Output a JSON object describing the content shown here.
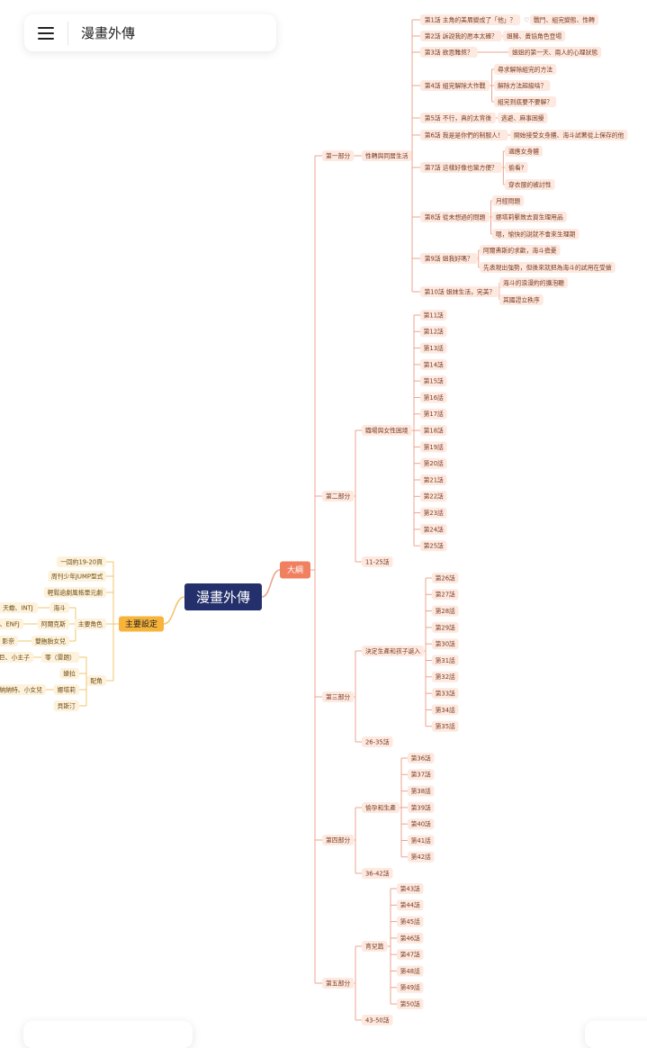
{
  "header": {
    "document_title": "漫畫外傳",
    "menu_icon": "hamburger-menu-icon"
  },
  "colors": {
    "root_fill": "#24306b",
    "root_text": "#ffffff",
    "outline_fill": "#f08060",
    "outline_line": "#eda48d",
    "outline_leaf_fill": "#fde9e0",
    "outline_leaf_text": "#7a3b22",
    "settings_fill": "#f7b33a",
    "settings_line": "#f1c56d",
    "settings_leaf_fill": "#fdf2dc",
    "settings_leaf_text": "#6f4b12"
  },
  "mindmap": {
    "root": {
      "label": "漫畫外傳"
    },
    "outline": {
      "label": "大綱",
      "parts": [
        {
          "label": "第一部分",
          "groups": [
            {
              "label": "性轉與同居生活",
              "episodes": [
                {
                  "label": "第1話 主角的美眉變成了「他」？",
                  "extra": "♡",
                  "subs": [
                    "戰鬥、組完變態、性轉"
                  ]
                },
                {
                  "label": "第2話 訴說我的愿本太確？",
                  "subs": [
                    "姐豬、黃協角色登場"
                  ]
                },
                {
                  "label": "第3話 欲恩難熬？",
                  "subs": [
                    "姐姐的第一天、兩人的心理狀態"
                  ]
                },
                {
                  "label": "第4話 組完解除大作戰",
                  "subs": [
                    "尋求解除組完的方法",
                    "解除方法超級啥？",
                    "組完到底要不要解？"
                  ]
                },
                {
                  "label": "第5話 不行，真的太背後",
                  "subs": [
                    "逃避、麻事困擾"
                  ]
                },
                {
                  "label": "第6話 我是是你們的制服人！",
                  "subs": [
                    "開始接受女身體、海斗試著從上保存的他"
                  ]
                },
                {
                  "label": "第7話 這樣好像也蠻方便？",
                  "subs": [
                    "適應女身體",
                    "偷看?",
                    "穿衣服的被討性"
                  ]
                },
                {
                  "label": "第8話 從未想過的問題",
                  "subs": [
                    "月經問題",
                    "娜塔莉擊敗去買生理用品",
                    "嗯，愉快的說就不會來生理期"
                  ]
                },
                {
                  "label": "第9話 姐我好嗎？",
                  "subs": [
                    "阿爾弗斯的求歡，海斗擔憂",
                    "先表現出強勢，但後來就把為海斗的試用在受搶"
                  ]
                },
                {
                  "label": "第10話 姐妹生活，完美？",
                  "subs": [
                    "海斗的浪漫約的擴泡聽",
                    "其國證立秩序"
                  ]
                }
              ]
            }
          ]
        },
        {
          "label": "第二部分",
          "groups": [
            {
              "label": "職場與女性困境",
              "episodes": [
                {
                  "label": "第11話"
                },
                {
                  "label": "第12話"
                },
                {
                  "label": "第13話"
                },
                {
                  "label": "第14話"
                },
                {
                  "label": "第15話"
                },
                {
                  "label": "第16話"
                },
                {
                  "label": "第17話"
                },
                {
                  "label": "第18話"
                },
                {
                  "label": "第19話"
                },
                {
                  "label": "第20話"
                },
                {
                  "label": "第21話"
                },
                {
                  "label": "第22話"
                },
                {
                  "label": "第23話"
                },
                {
                  "label": "第24話"
                },
                {
                  "label": "第25話"
                }
              ]
            },
            {
              "label": "11-25話",
              "episodes": []
            }
          ]
        },
        {
          "label": "第三部分",
          "groups": [
            {
              "label": "決定生產和孩子誕入",
              "episodes": [
                {
                  "label": "第26話"
                },
                {
                  "label": "第27話"
                },
                {
                  "label": "第28話"
                },
                {
                  "label": "第29話"
                },
                {
                  "label": "第30話"
                },
                {
                  "label": "第31話"
                },
                {
                  "label": "第32話"
                },
                {
                  "label": "第33話"
                },
                {
                  "label": "第34話"
                },
                {
                  "label": "第35話"
                }
              ]
            },
            {
              "label": "26-35話",
              "episodes": []
            }
          ]
        },
        {
          "label": "第四部分",
          "groups": [
            {
              "label": "愉孕和生產",
              "episodes": [
                {
                  "label": "第36話"
                },
                {
                  "label": "第37話"
                },
                {
                  "label": "第38話"
                },
                {
                  "label": "第39話"
                },
                {
                  "label": "第40話"
                },
                {
                  "label": "第41話"
                },
                {
                  "label": "第42話"
                }
              ]
            },
            {
              "label": "36-42話",
              "episodes": []
            }
          ]
        },
        {
          "label": "第五部分",
          "groups": [
            {
              "label": "育兒篇",
              "episodes": [
                {
                  "label": "第43話"
                },
                {
                  "label": "第44話"
                },
                {
                  "label": "第45話"
                },
                {
                  "label": "第46話"
                },
                {
                  "label": "第47話"
                },
                {
                  "label": "第48話"
                },
                {
                  "label": "第49話"
                },
                {
                  "label": "第50話"
                }
              ]
            },
            {
              "label": "43-50話",
              "episodes": []
            }
          ]
        }
      ]
    },
    "settings": {
      "label": "主要設定",
      "items": [
        {
          "label": "一回約19-20頁"
        },
        {
          "label": "周刊少年JUMP型式"
        },
        {
          "label": "輕鬆逾劇風格單元劇"
        },
        {
          "label": "主要角色",
          "children": [
            {
              "label": "海斗",
              "children": [
                "天蠍、INTJ"
              ]
            },
            {
              "label": "阿爾克斯",
              "children": [
                "羊、ENFJ"
              ]
            },
            {
              "label": "雙胞胎女兒",
              "children": [
                "、影奈"
              ]
            }
          ]
        },
        {
          "label": "配角",
          "children": [
            {
              "label": "零（雷朗）",
              "children": [
                "巨、小主子"
              ]
            },
            {
              "label": "婕拉",
              "children": []
            },
            {
              "label": "娜塔莉",
              "children": [
                "特納納特、小女兒"
              ]
            },
            {
              "label": "貝斯汀",
              "children": []
            }
          ]
        }
      ]
    }
  }
}
